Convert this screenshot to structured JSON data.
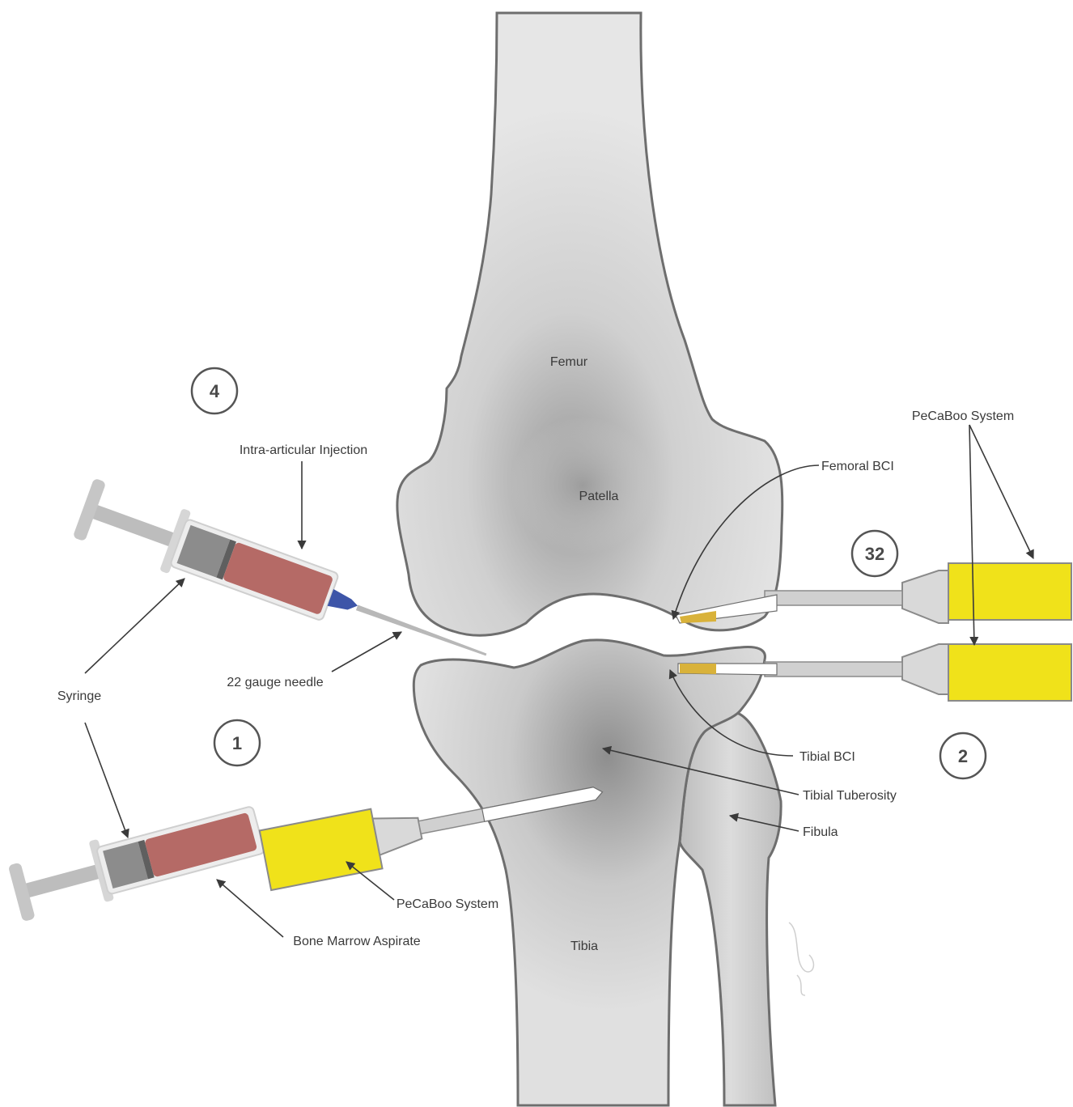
{
  "bones": {
    "femur": "Femur",
    "patella": "Patella",
    "tibia": "Tibia",
    "fibula": "Fibula"
  },
  "labels": {
    "intra_articular_injection": "Intra-articular Injection",
    "syringe": "Syringe",
    "needle": "22 gauge needle",
    "bone_marrow_aspirate": "Bone Marrow Aspirate",
    "pecaboo_bottom": "PeCaBoo System",
    "pecaboo_top": "PeCaBoo System",
    "femoral_bci": "Femoral BCI",
    "tibial_bci": "Tibial BCI",
    "tibial_tuberosity": "Tibial Tuberosity"
  },
  "steps": {
    "step_4": "4",
    "step_32": "32",
    "step_1": "1",
    "step_2": "2"
  },
  "colors": {
    "bone_fill": "#d2d2d2",
    "bone_outline": "#6e6e6e",
    "aspirate": "#b56a66",
    "device_yellow": "#f0e21a",
    "needle_hub": "#3d55a8",
    "screw_gold": "#d9b23a"
  }
}
